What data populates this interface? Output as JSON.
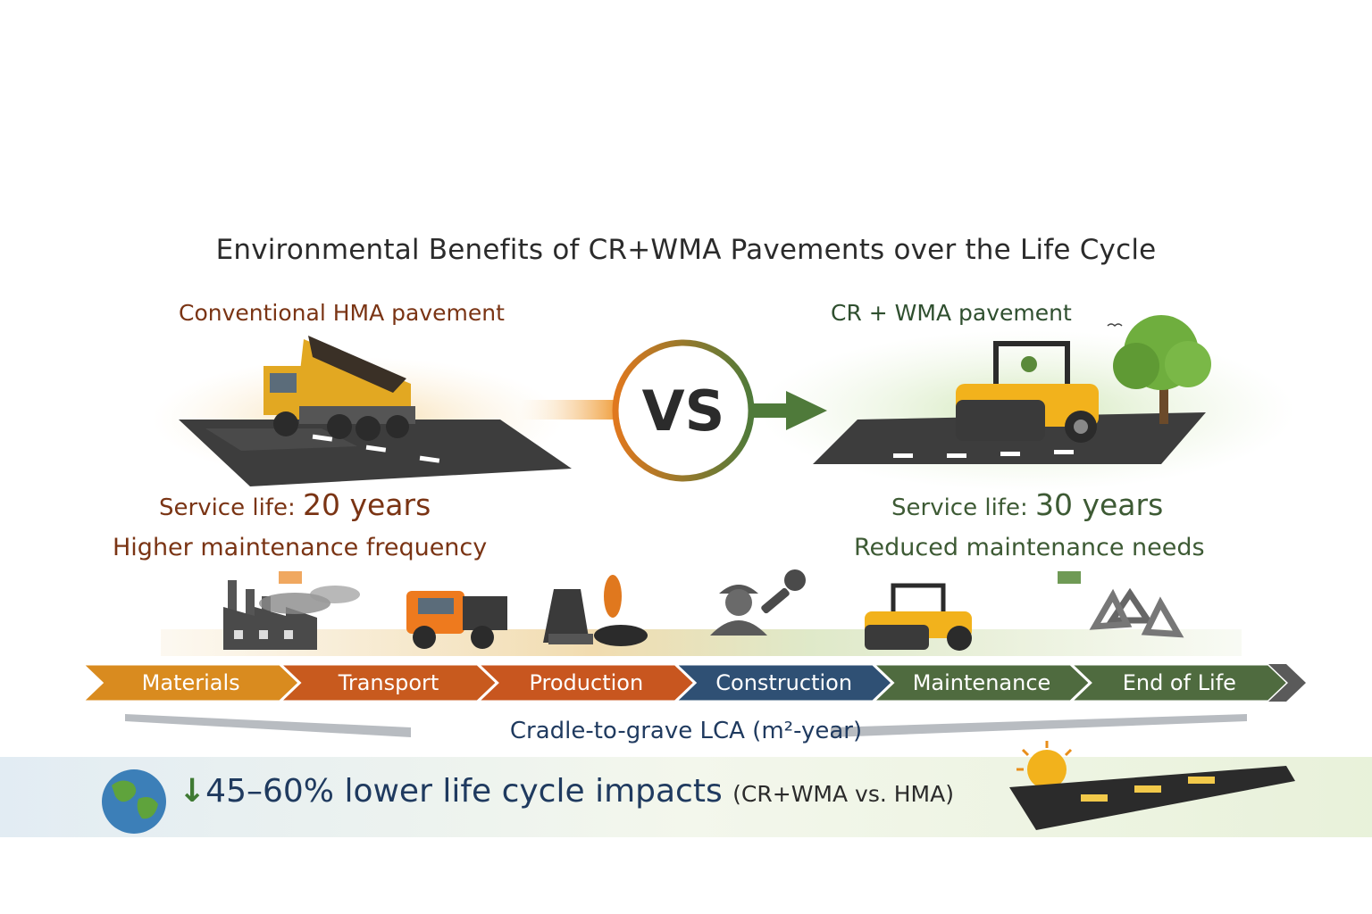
{
  "title": "Environmental Benefits of CR+WMA Pavements over the Life Cycle",
  "vs": "VS",
  "left": {
    "label": "Conventional HMA pavement",
    "service_prefix": "Service life:",
    "service_value": "20 years",
    "maintenance": "Higher maintenance frequency",
    "color": "#7a3414"
  },
  "right": {
    "label": "CR + WMA pavement",
    "service_prefix": "Service life:",
    "service_value": "30 years",
    "maintenance": "Reduced maintenance needs",
    "color": "#3d5a34"
  },
  "stages": [
    {
      "label": "Materials",
      "color": "#d98b1f",
      "icon": "factory-icon"
    },
    {
      "label": "Transport",
      "color": "#c85a1e",
      "icon": "truck-icon"
    },
    {
      "label": "Production",
      "color": "#c8561f",
      "icon": "asphalt-plant-icon"
    },
    {
      "label": "Construction",
      "color": "#2f5074",
      "icon": "worker-wrench-icon"
    },
    {
      "label": "Maintenance",
      "color": "#4f6b3f",
      "icon": "roller-icon"
    },
    {
      "label": "End of Life",
      "color": "#4f6b3f",
      "icon": "recycle-icon"
    }
  ],
  "lca_label": "Cradle-to-grave LCA (m²-year)",
  "summary": {
    "arrow": "↓",
    "percent": "45–60%",
    "text": "lower life cycle impacts",
    "note": "(CR+WMA vs. HMA)"
  }
}
